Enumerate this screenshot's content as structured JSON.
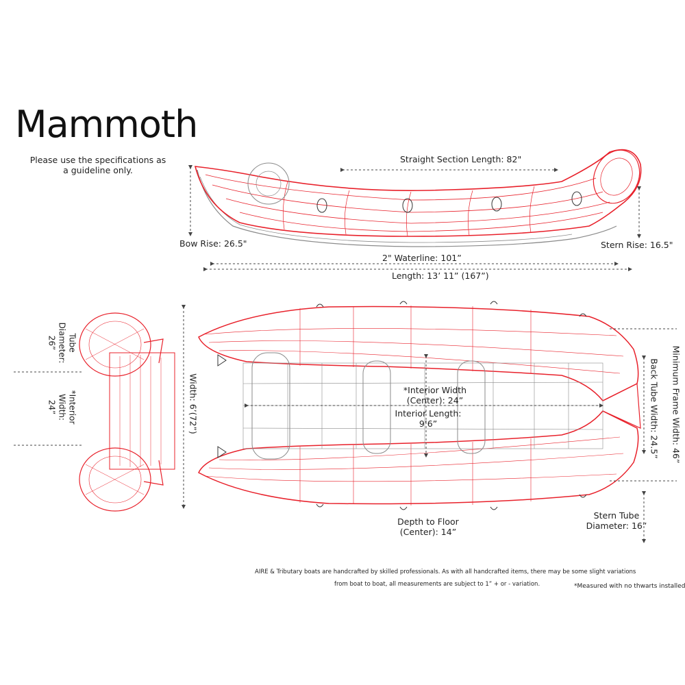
{
  "title": "Mammoth",
  "subtitle_line1": "Please use the specifications as",
  "subtitle_line2": "a guideline only.",
  "side_view": {
    "straight_section": "Straight Section Length: 82\"",
    "bow_rise": "Bow Rise: 26.5\"",
    "stern_rise": "Stern Rise: 16.5\"",
    "waterline": "2\" Waterline: 101”",
    "length": "Length: 13’ 11” (167”)"
  },
  "front_view": {
    "tube_diameter": "Tube\nDiameter:\n26”",
    "interior_width": "*Interior\nWidth:\n24”",
    "width": "Width: 6’(72”)"
  },
  "top_view": {
    "interior_width_center": "*Interior Width\n(Center): 24”",
    "interior_length": "Interior Length:\n9’6”",
    "min_frame_width": "Minimum Frame Width:  46”",
    "back_tube_width": "Back Tube Width: 24.5”",
    "depth_to_floor": "Depth to Floor\n(Center):  14”",
    "stern_tube_diameter": "Stern Tube\nDiameter: 16”"
  },
  "footer": {
    "line1": "AIRE & Tributary boats are handcrafted by skilled professionals.  As with all handcrafted items, there may be some slight variations",
    "line2": "from boat  to boat, all measurements are subject to 1” + or - variation.",
    "note": "*Measured with no thwarts installed"
  },
  "colors": {
    "tube": "#e8202a",
    "floor": "#8a8a8a",
    "dim": "#444444"
  }
}
